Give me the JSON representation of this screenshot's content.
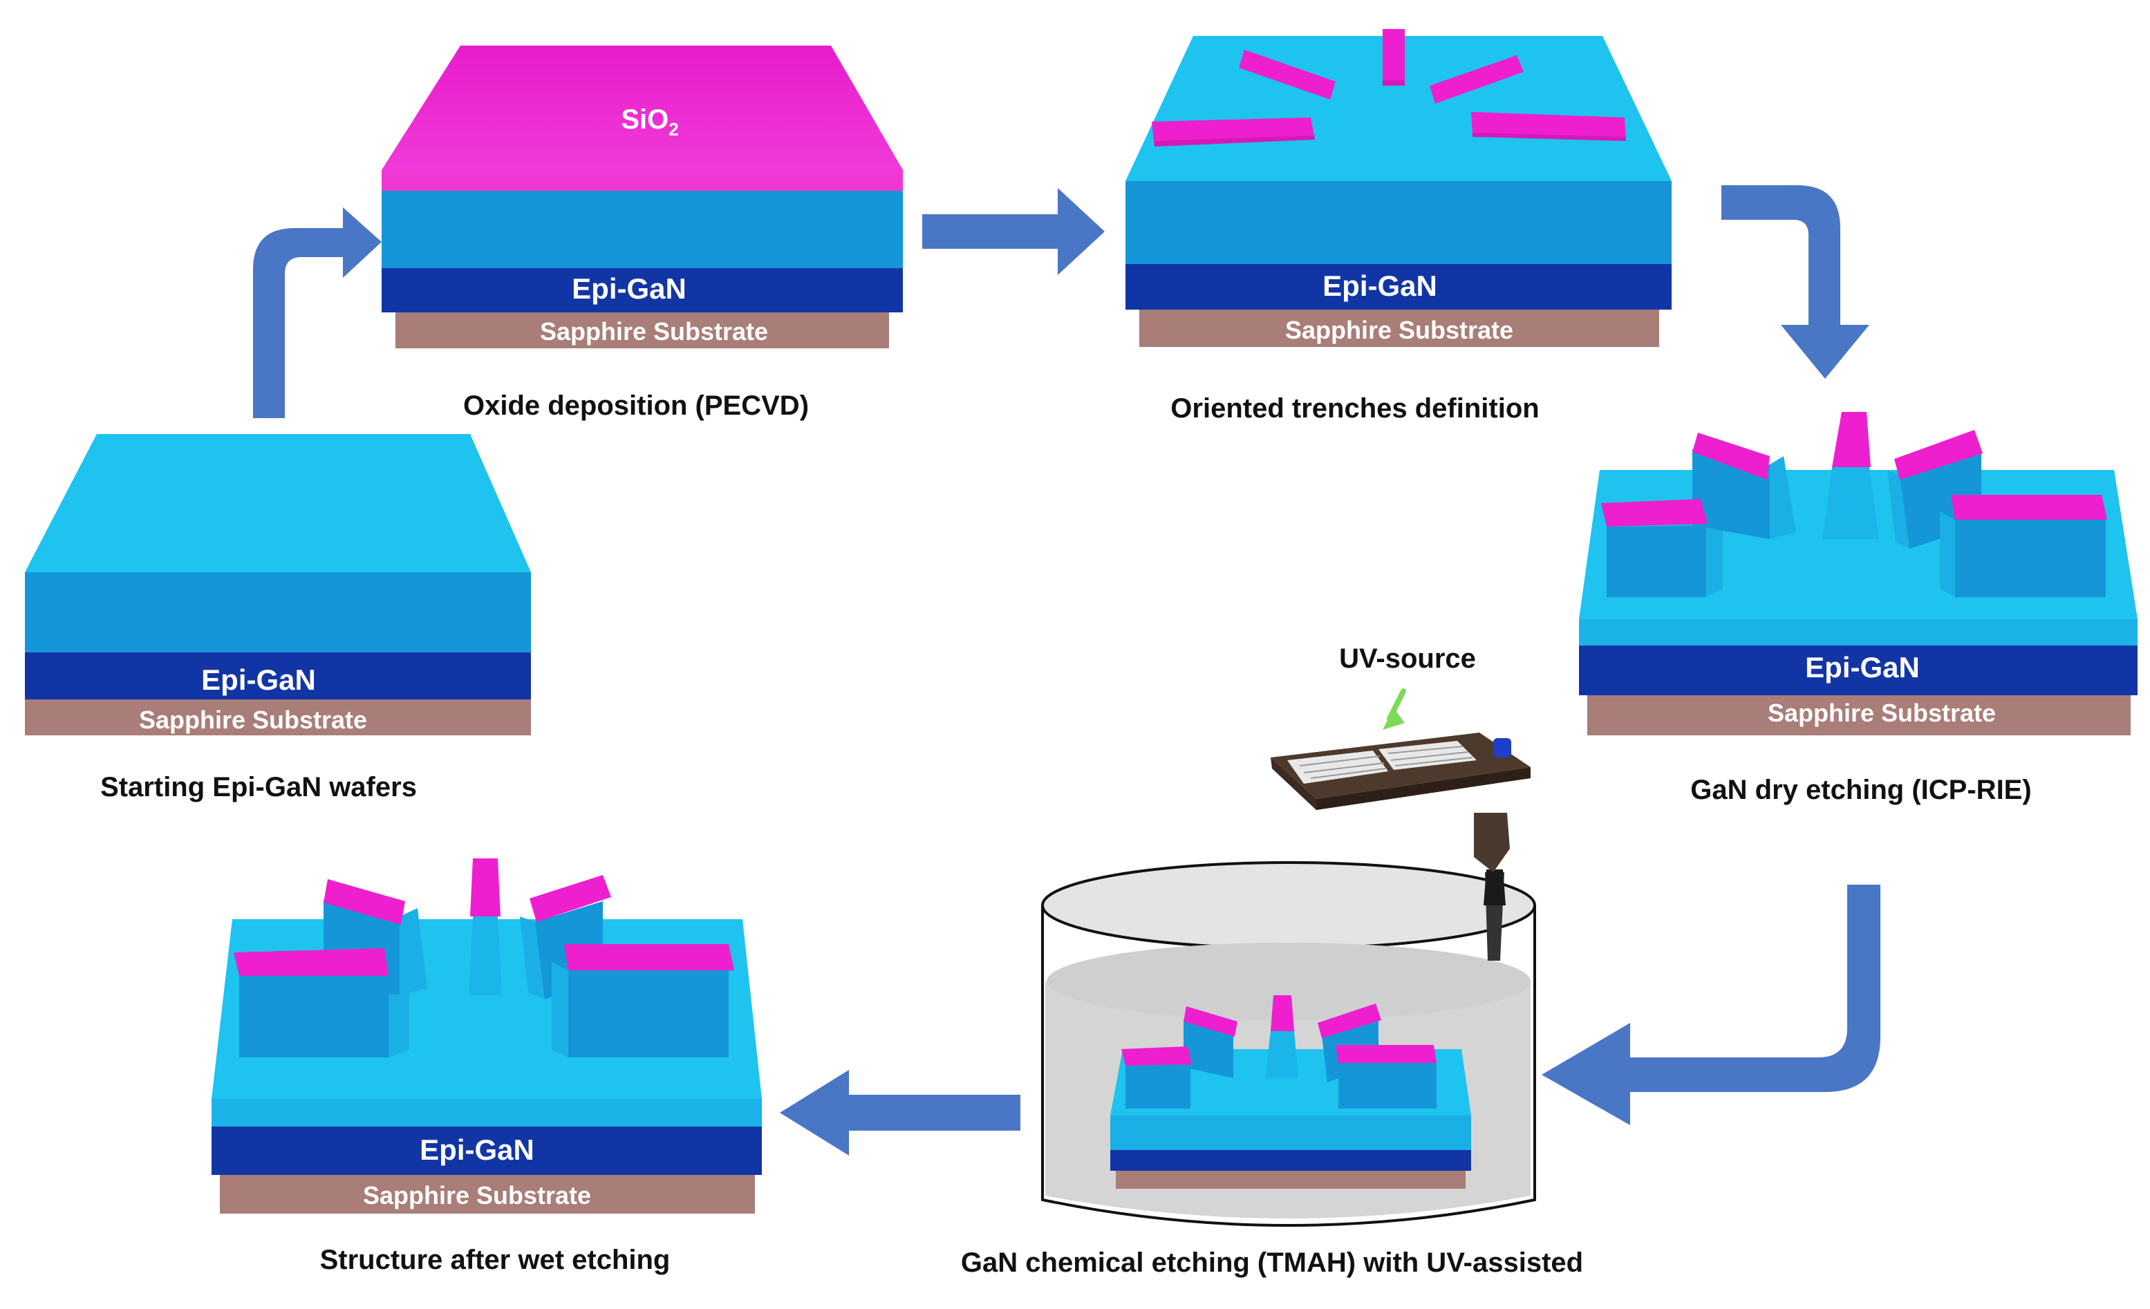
{
  "layer_labels": {
    "gan": "Epi-GaN",
    "substrate": "Sapphire Substrate",
    "oxide_main": "SiO",
    "oxide_sub": "2"
  },
  "steps": [
    {
      "caption": "Starting Epi-GaN wafers"
    },
    {
      "caption": "Oxide deposition (PECVD)"
    },
    {
      "caption": "Oriented trenches definition"
    },
    {
      "caption": "GaN dry etching (ICP-RIE)"
    },
    {
      "caption": "GaN chemical  etching (TMAH) with UV-assisted"
    },
    {
      "caption": "Structure after wet etching"
    }
  ],
  "uv_label": "UV-source",
  "colors": {
    "gan_top": "#1ec3ef",
    "gan_front": "#1596d8",
    "epi": "#1235a6",
    "substrate": "#a97d78",
    "oxide": "#ee1fcf",
    "arrow": "#4a76c6",
    "label_text": "#ffffff",
    "caption_text": "#111111"
  }
}
